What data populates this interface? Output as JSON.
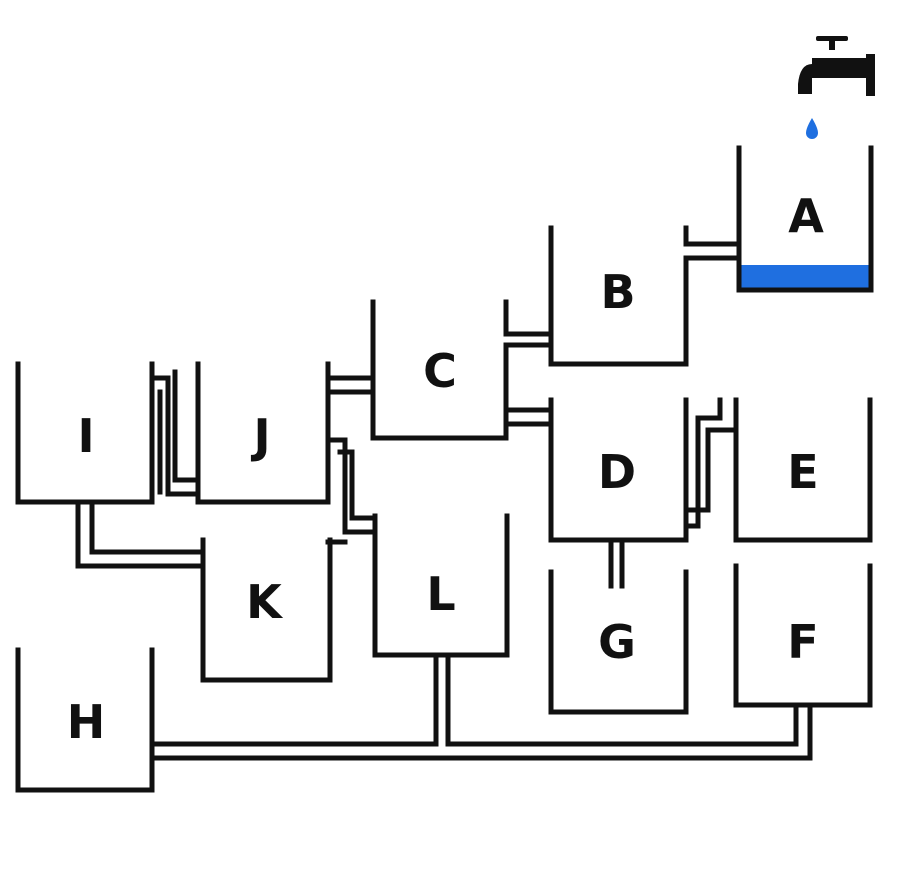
{
  "containers": [
    {
      "id": "a",
      "label": "A"
    },
    {
      "id": "b",
      "label": "B"
    },
    {
      "id": "c",
      "label": "C"
    },
    {
      "id": "d",
      "label": "D"
    },
    {
      "id": "e",
      "label": "E"
    },
    {
      "id": "f",
      "label": "F"
    },
    {
      "id": "g",
      "label": "G"
    },
    {
      "id": "h",
      "label": "H"
    },
    {
      "id": "i",
      "label": "I"
    },
    {
      "id": "j",
      "label": "J"
    },
    {
      "id": "k",
      "label": "K"
    },
    {
      "id": "l",
      "label": "L"
    }
  ],
  "colors": {
    "water": "#1f6fe0",
    "walls": "#111111",
    "tap": "#111111",
    "background": "#ffffff"
  },
  "icons": {
    "tap": "water-tap-icon",
    "drop": "water-drop-icon"
  },
  "water_level": {
    "container": "A",
    "filled_fraction": 0.15
  }
}
